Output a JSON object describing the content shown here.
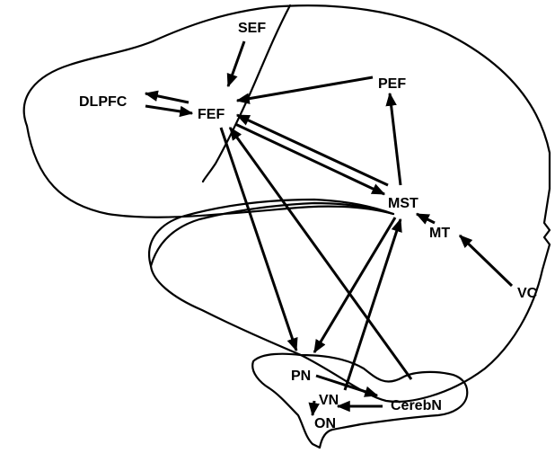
{
  "diagram": {
    "nodes": {
      "sef": "SEF",
      "dlpfc": "DLPFC",
      "fef": "FEF",
      "pef": "PEF",
      "mst": "MST",
      "mt": "MT",
      "vc": "VC",
      "pn": "PN",
      "vn": "VN",
      "on": "ON",
      "cerebn": "CerebN"
    },
    "edges": [
      {
        "from": "SEF",
        "to": "FEF"
      },
      {
        "from": "FEF",
        "to": "DLPFC"
      },
      {
        "from": "DLPFC",
        "to": "FEF"
      },
      {
        "from": "PEF",
        "to": "FEF"
      },
      {
        "from": "MST",
        "to": "FEF"
      },
      {
        "from": "FEF",
        "to": "MST"
      },
      {
        "from": "MST",
        "to": "PEF"
      },
      {
        "from": "MT",
        "to": "MST"
      },
      {
        "from": "VC",
        "to": "MT"
      },
      {
        "from": "FEF",
        "to": "PN"
      },
      {
        "from": "MST",
        "to": "PN"
      },
      {
        "from": "VN",
        "to": "MST"
      },
      {
        "from": "CerebN",
        "to": "FEF"
      },
      {
        "from": "PN",
        "to": "CerebN"
      },
      {
        "from": "CerebN",
        "to": "VN"
      },
      {
        "from": "VN",
        "to": "ON"
      }
    ],
    "colors": {
      "line": "#000000",
      "background": "#ffffff"
    }
  }
}
